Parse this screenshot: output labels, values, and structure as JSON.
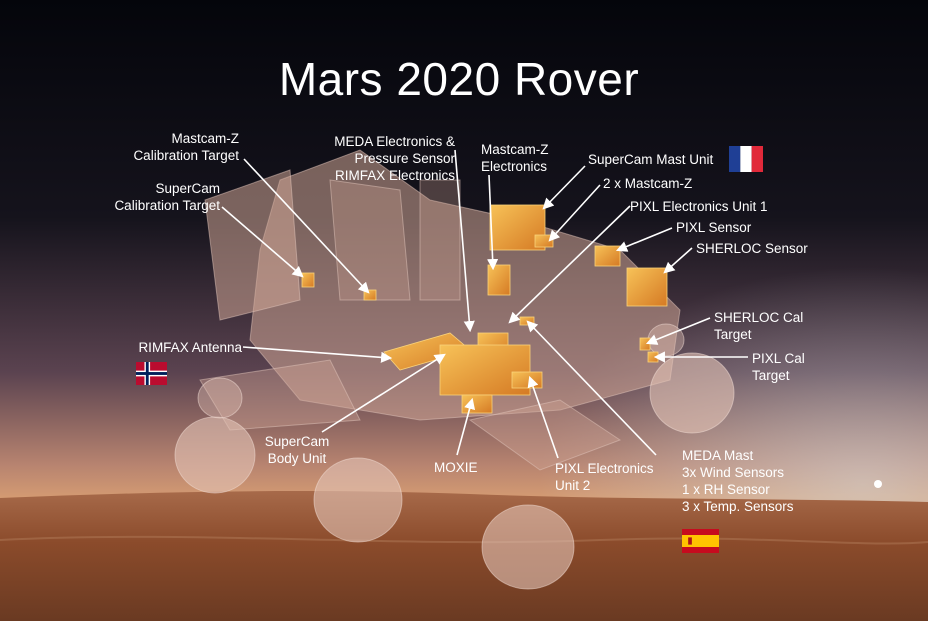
{
  "title": "Mars 2020 Rover",
  "labels": {
    "mastcamz_cal": "Mastcam-Z\nCalibration Target",
    "supercam_cal": "SuperCam\nCalibration Target",
    "meda_electronics": "MEDA Electronics &\nPressure Sensor\nRIMFAX Electronics",
    "mastcamz_electronics": "Mastcam-Z\nElectronics",
    "supercam_mast": "SuperCam Mast Unit",
    "mastcamz_2x": "2 x Mastcam-Z",
    "pixl_electronics_1": "PIXL Electronics Unit 1",
    "pixl_sensor": "PIXL Sensor",
    "sherloc_sensor": "SHERLOC Sensor",
    "rimfax_antenna": "RIMFAX Antenna",
    "sherloc_cal": "SHERLOC Cal\nTarget",
    "pixl_cal": "PIXL Cal\nTarget",
    "supercam_body": "SuperCam\nBody Unit",
    "moxie": "MOXIE",
    "pixl_electronics_2": "PIXL Electronics\nUnit 2",
    "meda_mast": "MEDA Mast\n3x Wind Sensors\n1 x RH Sensor\n3 x Temp. Sensors"
  },
  "flags": [
    "france-flag",
    "norway-flag",
    "spain-flag"
  ],
  "colors": {
    "label_text": "#ffffff",
    "instrument": "#e8922e",
    "instrument_highlight": "#f2b347",
    "rover_body": "#c9a293",
    "sky_top": "#05060c",
    "sky_horizon": "#c98b6d",
    "ground": "#8a4a2a"
  }
}
